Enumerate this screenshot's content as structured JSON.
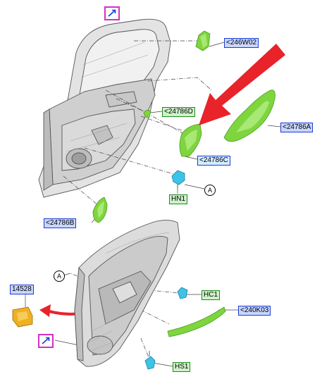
{
  "colors": {
    "part_green": "#7ed53e",
    "part_green_dark": "#4d9d1f",
    "cyan_clip": "#3cc4e8",
    "yellow_part": "#f0b020",
    "arrow_red": "#e8232a",
    "link_magenta": "#d42fc4"
  },
  "callouts": {
    "c246w02": "<246W02",
    "c24786d": "<24786D",
    "c24786a": "<24786A",
    "c24786c": "<24786C",
    "hn1": "HN1",
    "c24786b": "<24786B",
    "p14528": "14528",
    "hc1": "HC1",
    "c240k03": "<240K03",
    "hs1": "HS1"
  },
  "reference_markers": {
    "a_upper": "A",
    "a_lower": "A"
  },
  "icons": {
    "link_top": "external-link-icon",
    "link_bottom": "external-link-icon"
  }
}
